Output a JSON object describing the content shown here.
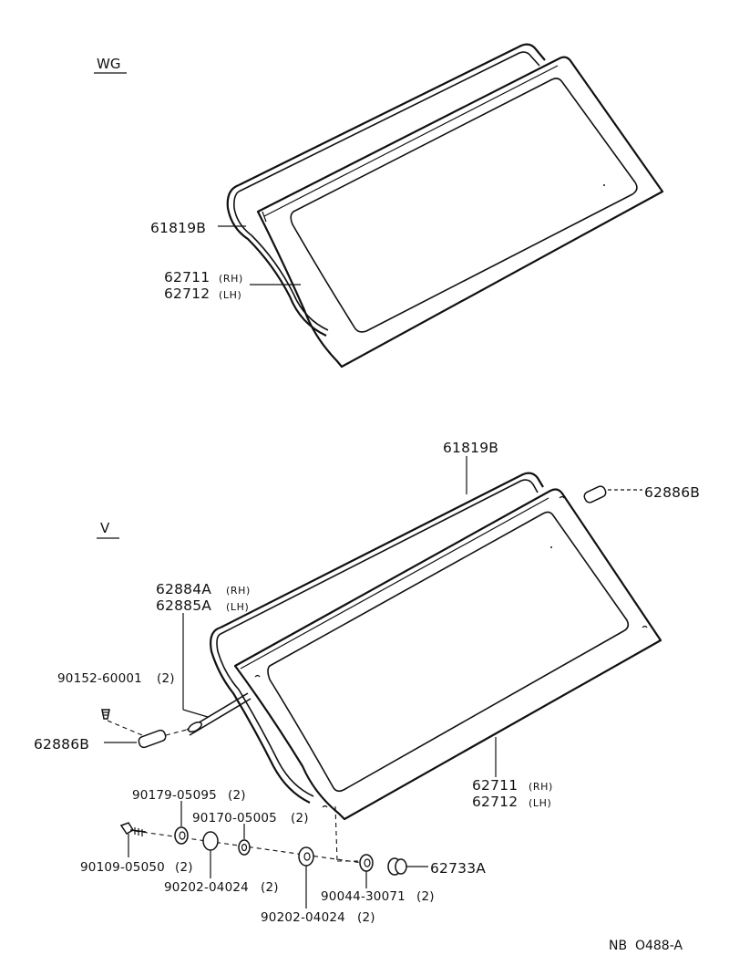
{
  "sections": {
    "wg": {
      "label": "WG"
    },
    "v": {
      "label": "V"
    }
  },
  "wg_labels": {
    "seal": "61819B",
    "glass_rh": "62711",
    "glass_rh_side": "(RH)",
    "glass_lh": "62712",
    "glass_lh_side": "(LH)"
  },
  "v_labels": {
    "seal": "61819B",
    "latch_top": "62886B",
    "hinge_rh": "62884A",
    "hinge_rh_side": "(RH)",
    "hinge_lh": "62885A",
    "hinge_lh_side": "(LH)",
    "screw": "90152-60001",
    "screw_qty": "(2)",
    "latch_left": "62886B",
    "glass_rh": "62711",
    "glass_rh_side": "(RH)",
    "glass_lh": "62712",
    "glass_lh_side": "(LH)",
    "collar": "90179-05095",
    "collar_qty": "(2)",
    "washer_a": "90170-05005",
    "washer_a_qty": "(2)",
    "bolt": "90109-05050",
    "bolt_qty": "(2)",
    "washer_b": "90202-04024",
    "washer_b_qty": "(2)",
    "washer_c": "90202-04024",
    "washer_c_qty": "(2)",
    "nut": "90044-30071",
    "nut_qty": "(2)",
    "cap": "62733A"
  },
  "footer": {
    "code": "NB  O488-A"
  }
}
